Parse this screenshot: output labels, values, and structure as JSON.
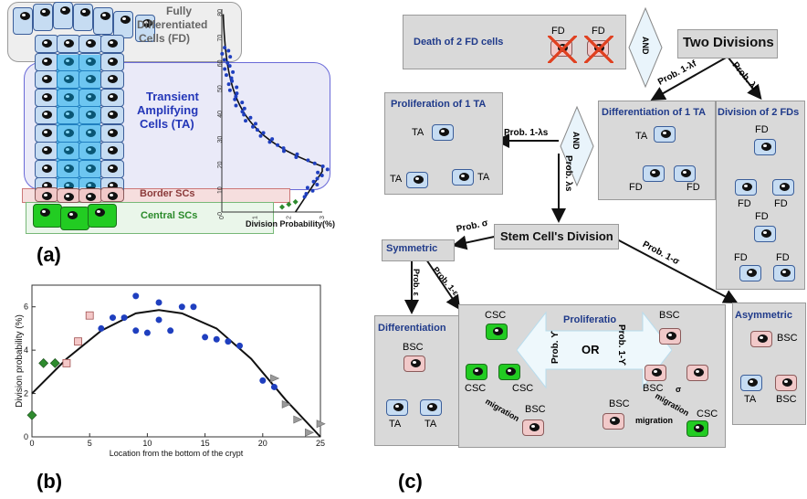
{
  "panel_labels": {
    "a": "(a)",
    "b": "(b)",
    "c": "(c)"
  },
  "panel_a": {
    "fd_label": "Fully Differentiated Cells (FD)",
    "fd_lines": [
      "Fully",
      "Differentiated",
      "Cells (FD)"
    ],
    "ta_lines": [
      "Transient",
      "Amplifying",
      "Cells (TA)"
    ],
    "border_label": "Border SCs",
    "central_label": "Central SCs",
    "yticks": [
      "0",
      "10",
      "20",
      "30",
      "40",
      "50",
      "60",
      "70",
      "80"
    ],
    "xticks": [
      "0",
      "1",
      "2",
      "3"
    ],
    "xlabel": "Division Probability(%)"
  },
  "chart_data": {
    "type": "scatter",
    "title": "",
    "xlabel": "Location from the bottom of the crypt",
    "ylabel": "Division probability (%)",
    "xlim": [
      0,
      25
    ],
    "ylim": [
      0,
      7
    ],
    "xticks": [
      0,
      5,
      10,
      15,
      20,
      25
    ],
    "yticks": [
      0,
      2,
      4,
      6
    ],
    "series": [
      {
        "marker": "diamond",
        "color": "#2e8b2e",
        "x": [
          0,
          1,
          2
        ],
        "y": [
          1.0,
          3.4,
          3.4
        ]
      },
      {
        "marker": "square",
        "color": "#f4c8c8",
        "x": [
          3,
          4,
          5
        ],
        "y": [
          3.4,
          4.4,
          5.6
        ]
      },
      {
        "marker": "circle",
        "color": "#1f3fbf",
        "x": [
          6,
          7,
          8,
          9,
          9,
          10,
          11,
          11,
          12,
          13,
          14,
          15,
          16,
          17,
          18,
          20,
          21
        ],
        "y": [
          5.0,
          5.5,
          5.5,
          6.5,
          4.9,
          4.8,
          6.2,
          5.4,
          4.9,
          6.0,
          6.0,
          4.6,
          4.5,
          4.4,
          4.2,
          2.6,
          2.3
        ]
      },
      {
        "marker": "triangle",
        "color": "#9a9a9a",
        "x": [
          21,
          22,
          23,
          24,
          25
        ],
        "y": [
          2.7,
          1.5,
          0.8,
          0.2,
          0.6
        ]
      }
    ],
    "fit_curve": {
      "x": [
        0,
        3,
        6,
        9,
        11,
        13,
        16,
        19,
        22,
        25
      ],
      "y": [
        2.0,
        3.6,
        4.9,
        5.7,
        5.85,
        5.7,
        5.0,
        3.6,
        1.7,
        0.0
      ]
    }
  },
  "panel_c": {
    "death_label": "Death of 2 FD cells",
    "fd": "FD",
    "and": "AND",
    "two_divisions": "Two Divisions",
    "prob_1_lf": "Prob. 1-λf",
    "prob_lf": "Prob. λf",
    "prolif_ta": "Proliferation of 1 TA",
    "diff_ta": "Differentiation of 1 TA",
    "div_fds": "Division of 2 FDs",
    "ta": "TA",
    "prob_1_ls": "Prob. 1-λs",
    "prob_ls": "Prob. λs",
    "stem_div": "Stem Cell's Division",
    "prob_sigma": "Prob. σ",
    "prob_1_sigma": "Prob. 1-σ",
    "symmetric": "Symmetric",
    "asymmetric": "Asymmetric",
    "prob_eps": "Prob. ε",
    "prob_1_eps": "Prob. 1-ε",
    "differentiation": "Differentiation",
    "proliferation": "Proliferatio",
    "or": "OR",
    "prob_gamma": "Prob. ϒ",
    "prob_1_gamma": "Prob. 1-ϒ",
    "bsc": "BSC",
    "csc": "CSC",
    "migration": "migration",
    "sigma_small": "σ"
  }
}
